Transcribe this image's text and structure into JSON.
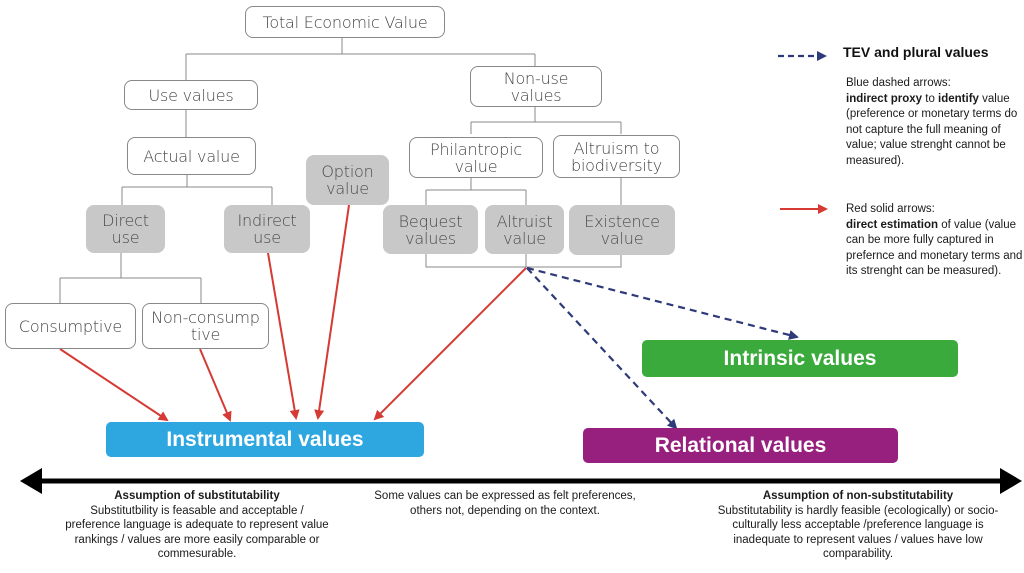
{
  "tree": {
    "root": "Total Economic Value",
    "use_values": "Use values",
    "non_use_values": "Non-use values",
    "actual_value": "Actual value",
    "option_value": "Option value",
    "direct_use": "Direct use",
    "indirect_use": "Indirect use",
    "consumptive": "Consumptive",
    "non_consumptive": "Non-consumptive",
    "philantropic_value": "Philantropic value",
    "altruism_to_biodiversity": "Altruism to biodiversity",
    "bequest_values": "Bequest values",
    "altruist_value": "Altruist value",
    "existence_value": "Existence value"
  },
  "categories": {
    "instrumental": "Instrumental values",
    "intrinsic": "Intrinsic values",
    "relational": "Relational values"
  },
  "colors": {
    "instrumental": "#2ea6df",
    "intrinsic": "#3aaa3c",
    "relational": "#97207f",
    "red_arrow": "#d63a34",
    "blue_arrow": "#2e3a7a"
  },
  "legend": {
    "title": "TEV and plural values",
    "blue": {
      "label": "Blue dashed arrows:",
      "bold1": "indirect proxy",
      "mid": " to ",
      "bold2": "identify",
      "rest": " value (preference or monetary terms do not capture the full meaning of value; value strenght cannot be measured)."
    },
    "red": {
      "label": "Red solid arrows:",
      "bold": "direct estimation",
      "rest": " of value (value can be more fully captured in prefernce and monetary terms and its strenght can be measured)."
    }
  },
  "axis": {
    "left_title": "Assumption of substitutability",
    "left_text": "Substitutbility is feasable and acceptable / preference language is adequate to represent value rankings / values are more easily comparable or commesurable.",
    "center_text": "Some values can be expressed as felt preferences, others not, depending on the context.",
    "right_title": "Assumption of non-substitutability",
    "right_text": "Substitutability is hardly feasible (ecologically) or socio-culturally less acceptable /preference language is inadequate to represent values / values have low comparability."
  }
}
